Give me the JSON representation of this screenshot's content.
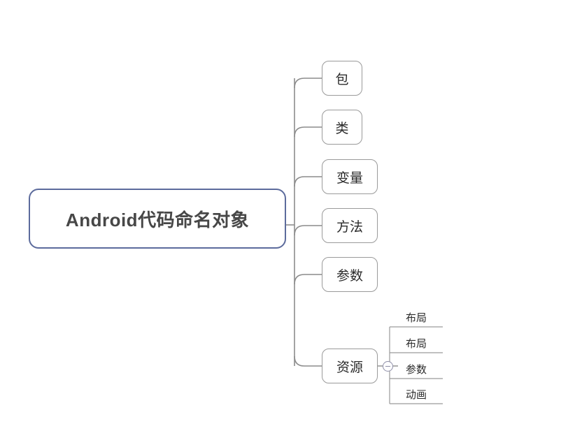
{
  "diagram": {
    "type": "mind-map",
    "background_color": "#ffffff",
    "root": {
      "label": "Android代码命名对象",
      "border_color": "#5c6b9c",
      "text_color": "#474747"
    },
    "branch_border_color": "#9a9a9a",
    "connector_color": "#8c8c8c",
    "toggle_color": "#8f8fa8",
    "branches": [
      {
        "label": "包"
      },
      {
        "label": "类"
      },
      {
        "label": "变量"
      },
      {
        "label": "方法"
      },
      {
        "label": "参数"
      },
      {
        "label": "资源",
        "toggle": {
          "name": "collapse-toggle",
          "state": "expanded",
          "glyph": "minus"
        },
        "children": [
          {
            "label": "布局"
          },
          {
            "label": "布局"
          },
          {
            "label": "参数"
          },
          {
            "label": "动画"
          }
        ]
      }
    ]
  }
}
